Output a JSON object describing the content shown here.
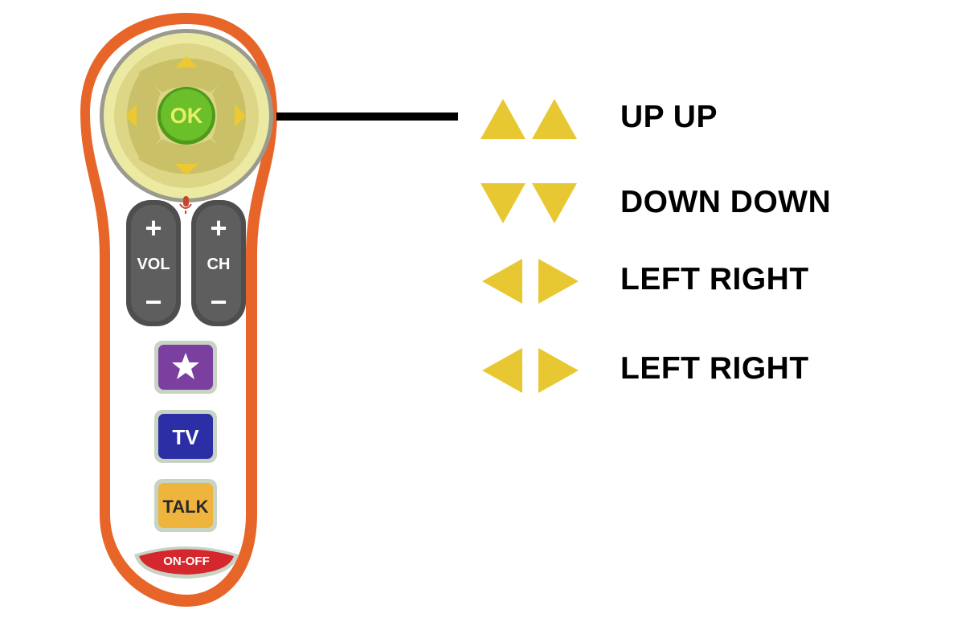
{
  "remote": {
    "ok_label": "OK",
    "vol_label": "VOL",
    "ch_label": "CH",
    "plus_glyph": "+",
    "minus_glyph": "−",
    "tv_label": "TV",
    "talk_label": "TALK",
    "onoff_label": "ON-OFF",
    "colors": {
      "body_orange": "#e8652a",
      "body_white": "#ffffff",
      "dpad_ring": "#ece9a3",
      "ok_green": "#6bbf2a",
      "arrow_yellow": "#ecc933",
      "rocker_gray": "#4e4e4e",
      "star_purple": "#7b3fa0",
      "tv_blue": "#2b2ea4",
      "talk_orange": "#efb43c",
      "onoff_red": "#d4282e"
    }
  },
  "legend": {
    "arrow_color": "#e8c832",
    "rows": [
      {
        "icon": "up-up-arrows-icon",
        "label": "UP UP"
      },
      {
        "icon": "down-down-arrows-icon",
        "label": "DOWN DOWN"
      },
      {
        "icon": "left-right-arrows-icon",
        "label": "LEFT RIGHT"
      },
      {
        "icon": "left-right-arrows-icon",
        "label": "LEFT RIGHT"
      }
    ]
  }
}
